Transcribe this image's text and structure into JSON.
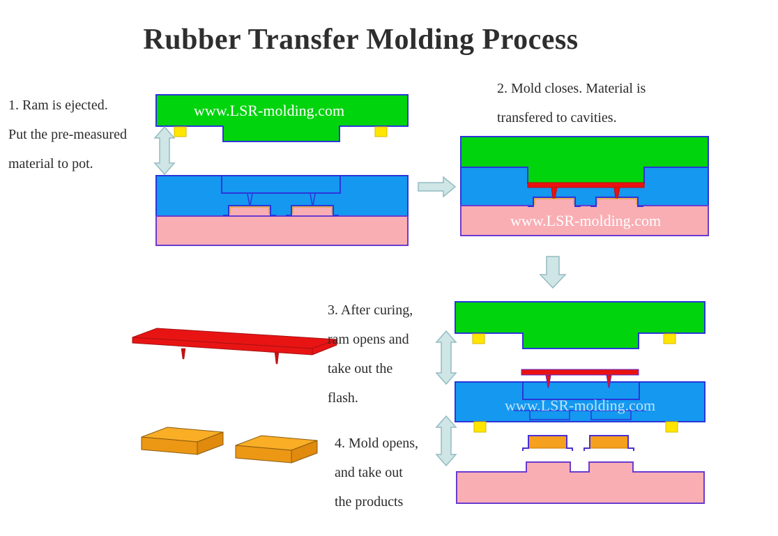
{
  "title": "Rubber Transfer Molding Process",
  "watermark": "www.LSR-molding.com",
  "steps": {
    "step1": {
      "lines": [
        "1. Ram is ejected.",
        "Put the pre-measured",
        "material to pot."
      ]
    },
    "step2": {
      "lines": [
        "2. Mold closes. Material is",
        "transfered to cavities."
      ]
    },
    "step3": {
      "lines": [
        "3. After curing,",
        "ram opens and",
        "take out the",
        "flash."
      ]
    },
    "step4": {
      "lines": [
        "4. Mold opens,",
        "and take out",
        "the products"
      ]
    }
  },
  "colors": {
    "top_mold_green": "#00d40d",
    "middle_plate_blue": "#1498f0",
    "bottom_plate_pink": "#f9aeb4",
    "guide_pin_yellow": "#ffe600",
    "rubber_red": "#ea1111",
    "product_orange": "#f5a01e",
    "outline_blue": "#2b36d9",
    "arrow_fill": "#cfe5e6",
    "text_color": "#2b2b2b"
  }
}
